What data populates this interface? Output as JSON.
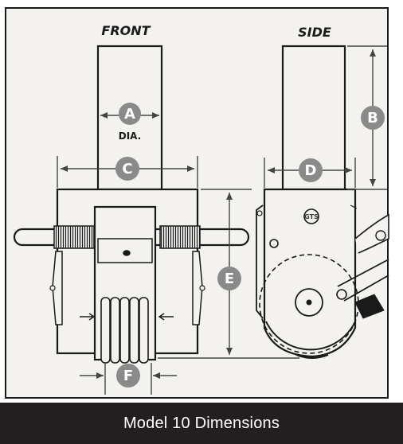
{
  "views": {
    "front": "FRONT",
    "side": "SIDE"
  },
  "dimensions": {
    "a": "A",
    "a_note": "DIA.",
    "b": "B",
    "c": "C",
    "d": "D",
    "e": "E",
    "f": "F"
  },
  "logo_text": "GTS",
  "caption": "Model 10 Dimensions",
  "colors": {
    "paper": "#f4f2ef",
    "ink": "#1a1a1a",
    "dimension_badge": "#8a8a8a",
    "caption_bar": "#231f20",
    "caption_text": "#ffffff"
  }
}
